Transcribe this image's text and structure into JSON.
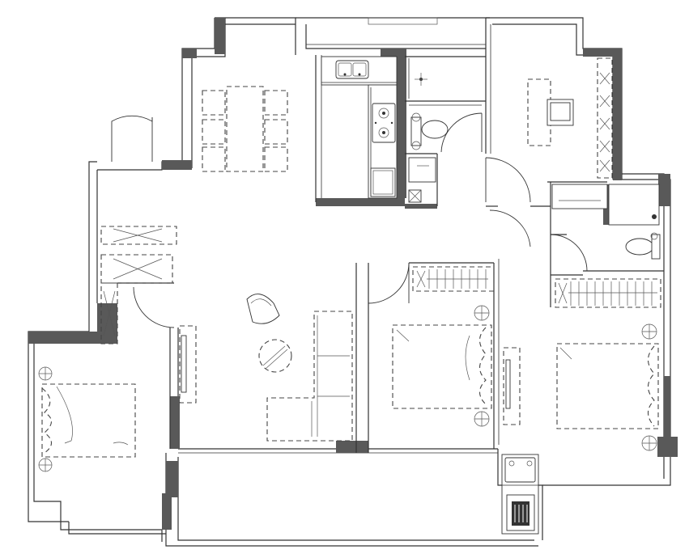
{
  "drawing": {
    "kind": "floor-plan",
    "colors": {
      "background": "#ffffff",
      "line": "#333333",
      "solid_wall": "#595959"
    },
    "rooms": [
      {
        "id": "dining",
        "furniture": "dining-table-6-chairs"
      },
      {
        "id": "kitchen",
        "furniture": "sink-and-stove-counter"
      },
      {
        "id": "bathroom-1",
        "furniture": "toilet-and-basin"
      },
      {
        "id": "study",
        "furniture": "desk-and-chair"
      },
      {
        "id": "living",
        "furniture": "sofa-chairs-round-table"
      },
      {
        "id": "bedroom-left",
        "furniture": "bed-with-wardrobe"
      },
      {
        "id": "bedroom-middle",
        "furniture": "bed-with-wardrobe"
      },
      {
        "id": "bedroom-right",
        "furniture": "bed-with-wardrobe"
      },
      {
        "id": "bathroom-2",
        "furniture": "toilet-and-shower"
      },
      {
        "id": "balcony",
        "furniture": "washer-and-sink"
      }
    ],
    "icons": [
      "door-swing-icon",
      "toilet-icon",
      "sink-icon",
      "stove-icon",
      "bed-icon",
      "wardrobe-icon",
      "sofa-icon",
      "chair-icon",
      "washer-icon"
    ]
  }
}
